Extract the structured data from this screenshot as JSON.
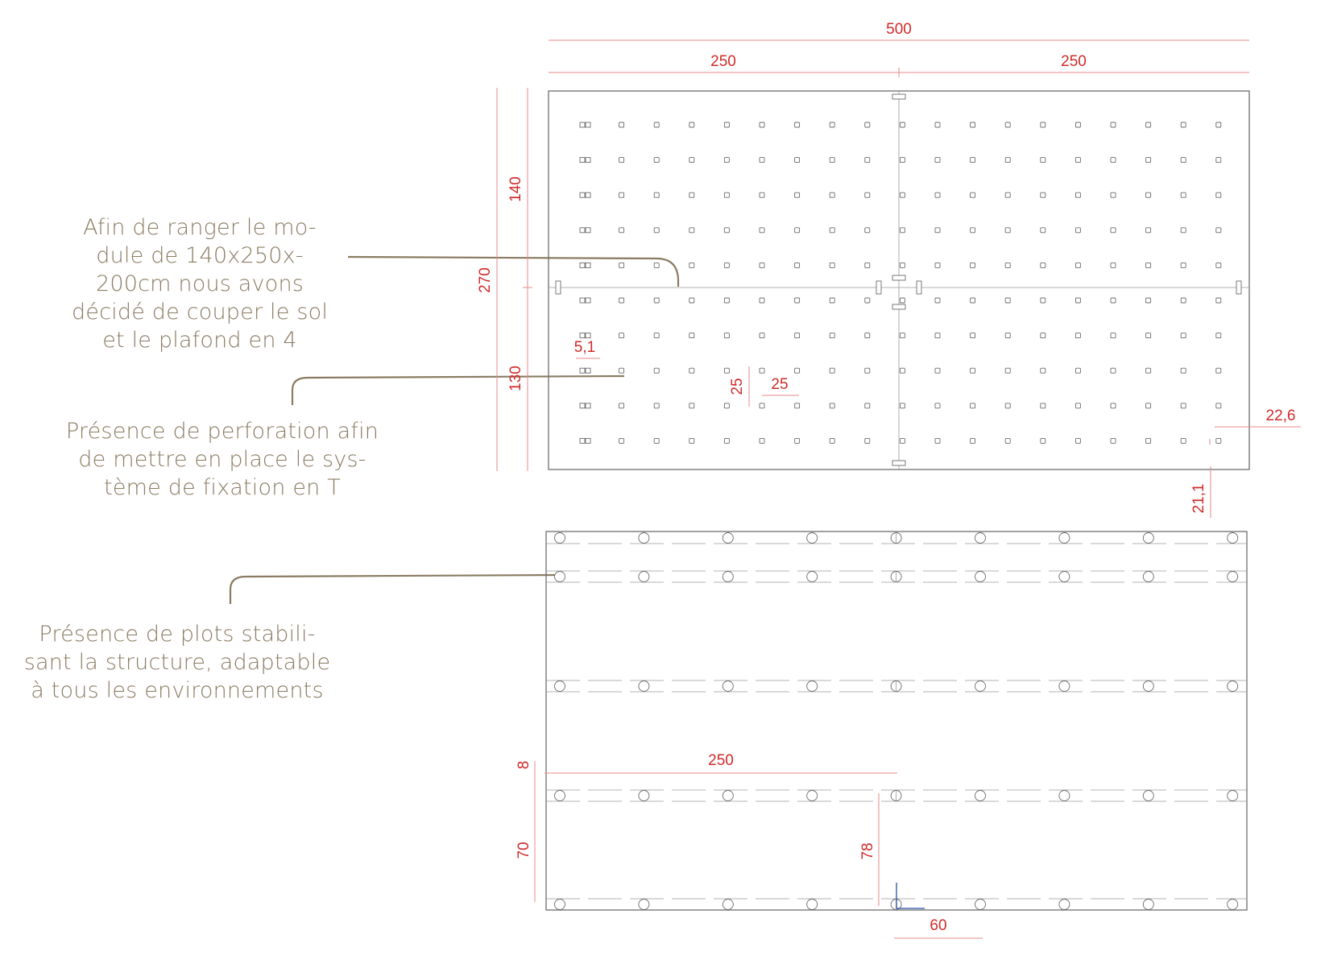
{
  "annotations": {
    "cut_note": "Afin de ranger le mo-\ndule de 140x250x-\n200cm nous avons\ndécidé de couper le sol\net le plafond en 4",
    "perforation_note": "Présence de perforation afin\nde mettre en place le sys-\ntème de fixation en T",
    "plots_note": "Présence de plots stabili-\nsant la structure, adaptable\nà tous les environnements"
  },
  "top_view": {
    "total_width_label": "500",
    "half_width_left_label": "250",
    "half_width_right_label": "250",
    "total_height_label": "270",
    "upper_height_label": "140",
    "lower_height_label": "130",
    "hole_offset_label": "5,1",
    "spacing_vertical_label": "25",
    "spacing_horizontal_label": "25",
    "right_margin_label": "22,6",
    "bottom_margin_label": "21,1"
  },
  "bottom_view": {
    "half_width_label": "250",
    "small_gap_label": "8",
    "left_height_label": "70",
    "center_height_label": "78",
    "bottom_width_label": "60"
  },
  "colors": {
    "dimension": "#d12a2a",
    "annotation": "#8a7b62",
    "drawing": "#6e6e6e"
  }
}
